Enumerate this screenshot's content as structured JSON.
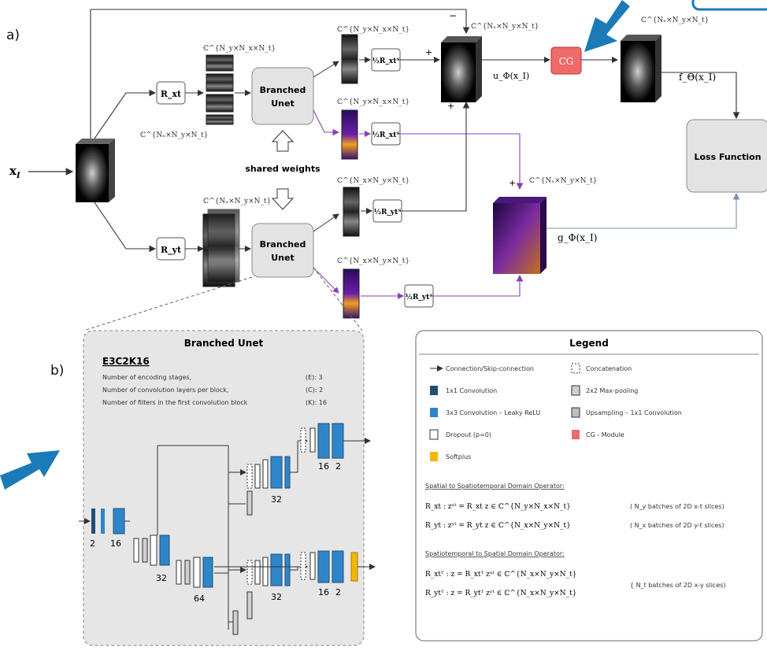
{
  "panel_a": {
    "label": "a)",
    "input_x": "x",
    "input_x_sub": "I",
    "input_dims": "ℂ^{Nₓ×N_y×N_t}",
    "rxt_label": "R_xt",
    "ryt_label": "R_yt",
    "rxt_dims": "ℂ^{N_y×N_x×N_t}",
    "ryt_dims": "ℂ^{Nₓ×N_y×N_t}",
    "unet_top": [
      "Branched",
      "Unet"
    ],
    "unet_bottom": [
      "Branched",
      "Unet"
    ],
    "shared_weights": "shared weights",
    "branch_top_dims": "ℂ^{N_y×N_x×N_t}",
    "branch_top2_dims": "ℂ^{N_y×N_x×N_t}",
    "branch_bot_dims": "ℂ^{N_x×N_y×N_t}",
    "branch_bot2_dims": "ℂ^{N_x×N_y×N_t}",
    "op_half_rxt": "½R_xtᵀ",
    "op_half_rxt2": "½R_xtᵀ",
    "op_half_ryt": "½R_ytᵀ",
    "op_half_ryt2": "½R_ytᵀ",
    "u_dims": "ℂ^{Nₓ×N_y×N_t}",
    "u_label": "u_Φ(x_I)",
    "cg_label": "CG",
    "out_dims": "ℂ^{Nₓ×N_y×N_t}",
    "f_label": "f_Θ(x_I)",
    "g_dims": "ℂ^{Nₓ×N_y×N_t}",
    "g_label": "g_Φ(x_I)",
    "loss": "Loss Function",
    "plus": "+",
    "minus": "−"
  },
  "panel_b": {
    "label": "b)",
    "title": "Branched Unet",
    "code": "E3C2K16",
    "params": [
      {
        "name": "Number of encoding stages,",
        "value": "(E): 3"
      },
      {
        "name": "Number of convolution layers per block,",
        "value": "(C): 2"
      },
      {
        "name": "Number of filters in the first convolution block",
        "value": "(K): 16"
      }
    ],
    "nums": {
      "in2": "2",
      "in16": "16",
      "d32": "32",
      "d64": "64",
      "u32a": "32",
      "u32b": "32",
      "o16a": "16",
      "o2a": "2",
      "o16b": "16",
      "o2b": "2"
    }
  },
  "legend": {
    "title": "Legend",
    "items": [
      {
        "label": "Connection/Skip-connection",
        "kind": "arrow"
      },
      {
        "label": "Concatenation",
        "kind": "concat"
      },
      {
        "label": "1x1 Convolution",
        "kind": "conv1"
      },
      {
        "label": "2x2 Max-pooling",
        "kind": "pool"
      },
      {
        "label": "3x3 Convolution – Leaky ReLU",
        "kind": "conv3"
      },
      {
        "label": "Upsampling – 1x1 Convolution",
        "kind": "up"
      },
      {
        "label": "Dropout (p=0)",
        "kind": "dropout"
      },
      {
        "label": "CG - Module",
        "kind": "cg"
      },
      {
        "label": "Softplus",
        "kind": "softplus"
      }
    ],
    "sec1": "Spatial to Spatiotemporal Domain Operator:",
    "eq1": "R_xt : zˣᵗ = R_xt z ∈ ℂ^{N_y×N_x×N_t}",
    "eq1_note": "( N_y  batches of 2D x-t slices)",
    "eq2": "R_yt : zʸᵗ = R_yt z ∈ ℂ^{N_x×N_y×N_t}",
    "eq2_note": "( N_x  batches of 2D y-t slices)",
    "sec2": "Spatiotemporal to Spatial Domain Operator:",
    "eq3": "R_xtᵀ : z = R_xtᵀ zˣᵗ ∈ ℂ^{N_x×N_y×N_t}",
    "eq4": "R_ytᵀ : z = R_ytᵀ zʸᵗ ∈ ℂ^{N_x×N_y×N_t}",
    "eq34_note": "{ N_t  batches of 2D x-y slices)"
  },
  "colors": {
    "conv1": "#1f4e79",
    "conv3": "#2e86c9",
    "cg": "#ef6a6a",
    "softplus": "#f2b705",
    "unet_box": "#e3e3e3",
    "panel_b_bg": "#e6e6e6",
    "callout": "#1a7bb8",
    "purple": "#8a3fb5"
  }
}
